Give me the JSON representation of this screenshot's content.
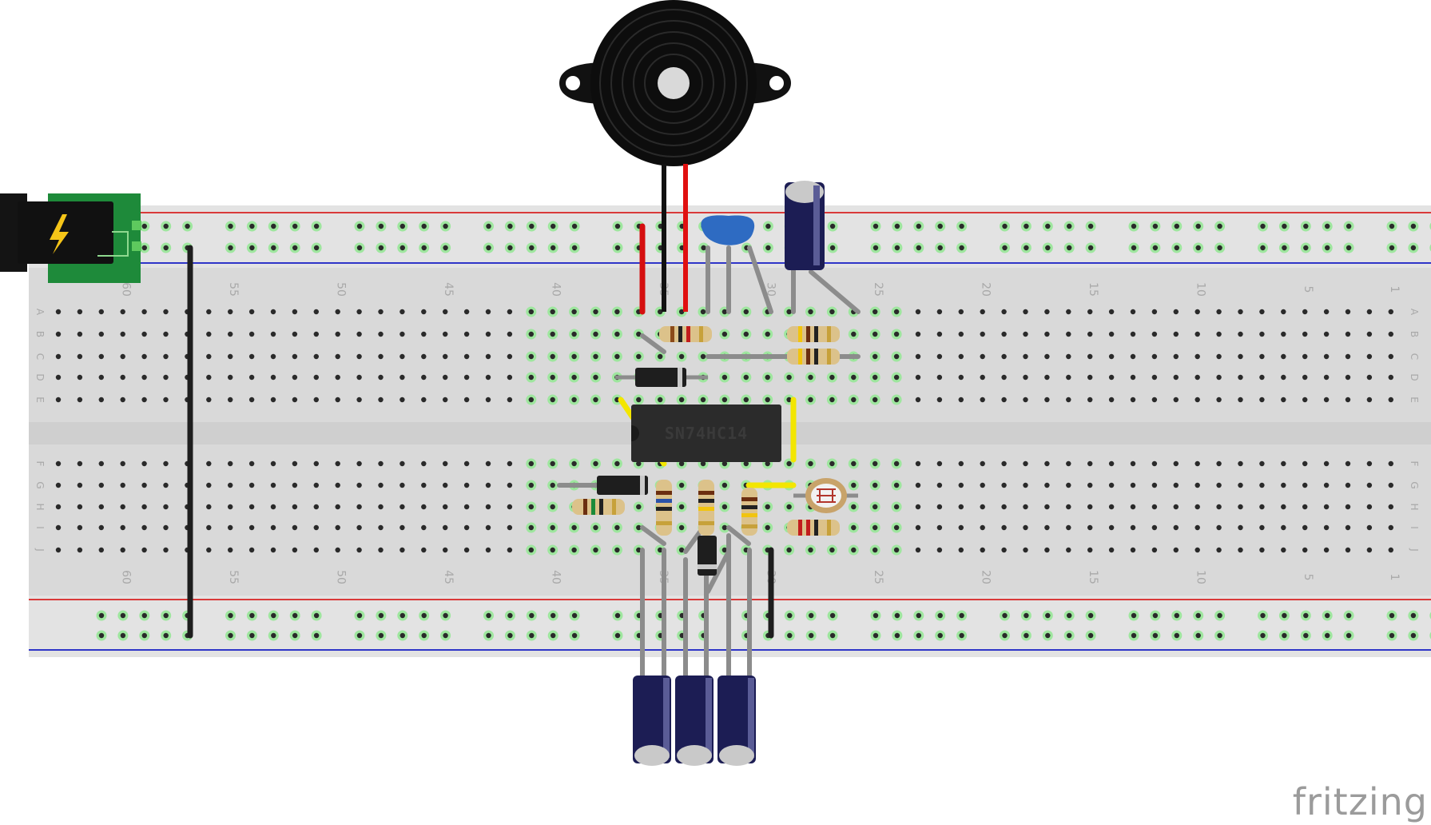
{
  "chip": {
    "label": "SN74HC14"
  },
  "row_letters": [
    "A",
    "B",
    "C",
    "D",
    "E",
    "F",
    "G",
    "H",
    "I",
    "J"
  ],
  "column_numbers": [
    "60",
    "55",
    "50",
    "45",
    "40",
    "35",
    "30",
    "25",
    "20",
    "15",
    "10",
    "5",
    "1"
  ],
  "components": {
    "power_jack": "power-jack",
    "buzzer": "piezo-buzzer",
    "ceramic_capacitor": "ceramic-capacitor",
    "electrolytic_capacitor_top": "electrolytic-capacitor",
    "electrolytic_capacitors_bottom": 3,
    "ldr": "photoresistor"
  },
  "colors": {
    "board": "#d9d9d9",
    "rail_red": "#d93a3a",
    "rail_blue": "#2f35c8",
    "jack_pcb": "#1e8a3a",
    "wire_black": "#1e1e1e",
    "wire_red": "#e01010",
    "wire_yellow": "#f3e600",
    "lead_grey": "#8c8c8c",
    "capacitor_body": "#1c1d54"
  },
  "brand": {
    "logo": "fritzing"
  }
}
